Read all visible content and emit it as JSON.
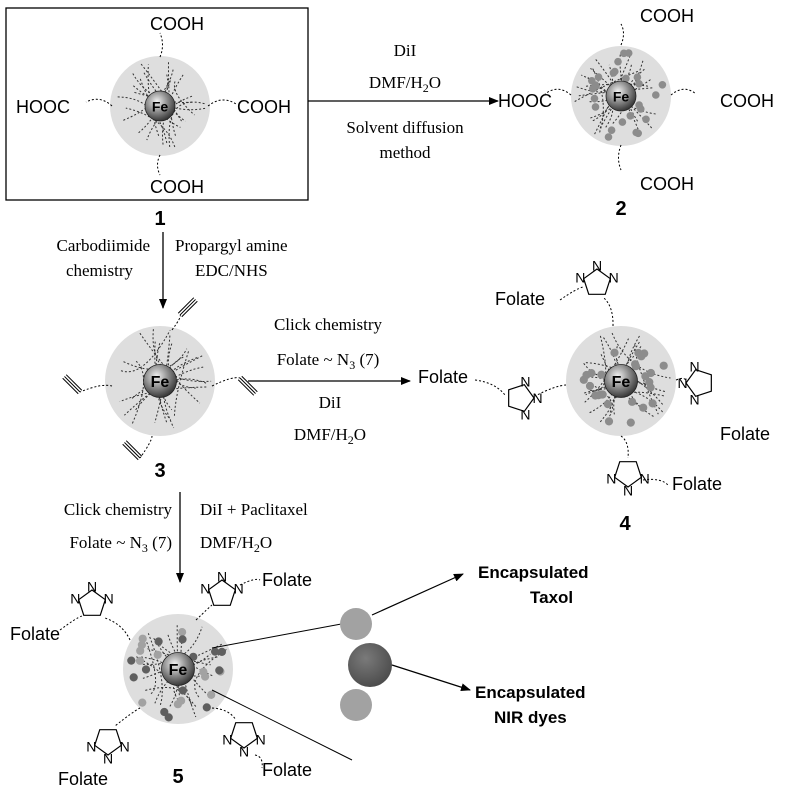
{
  "compounds": {
    "c1": {
      "number": "1",
      "core": "Fe",
      "groups": {
        "top": "COOH",
        "bottom": "COOH",
        "left": "HOOC",
        "right": "COOH"
      }
    },
    "c2": {
      "number": "2",
      "core": "Fe",
      "groups": {
        "top": "COOH",
        "bottom": "COOH",
        "left": "HOOC",
        "right": "COOH"
      }
    },
    "c3": {
      "number": "3",
      "core": "Fe"
    },
    "c4": {
      "number": "4",
      "core": "Fe",
      "folate_labels": [
        "Folate",
        "Folate",
        "Folate",
        "Folate"
      ]
    },
    "c5": {
      "number": "5",
      "core": "Fe",
      "folate_labels": [
        "Folate",
        "Folate",
        "Folate",
        "Folate"
      ]
    }
  },
  "triazole_atoms": {
    "n": "N"
  },
  "steps": {
    "s1_to_2": {
      "line1": "DiI",
      "line2_main": "DMF/H",
      "line2_sub": "2",
      "line2_end": "O",
      "line3": "Solvent diffusion",
      "line4": "method"
    },
    "s1_to_3": {
      "left1": "Carbodiimide",
      "left2": "chemistry",
      "right1": "Propargyl amine",
      "right2": "EDC/NHS"
    },
    "s3_to_4": {
      "line1": "Click chemistry",
      "line2_main": "Folate ~ N",
      "line2_sub": "3",
      "line2_end": " (7)",
      "line3": "DiI",
      "line4_main": "DMF/H",
      "line4_sub": "2",
      "line4_end": "O"
    },
    "s3_to_5": {
      "left1": "Click chemistry",
      "left2_main": "Folate ~ N",
      "left2_sub": "3",
      "left2_end": " (7)",
      "right1": "DiI + Paclitaxel",
      "right2_main": "DMF/H",
      "right2_sub": "2",
      "right2_end": "O"
    }
  },
  "callouts": {
    "taxol_line1": "Encapsulated",
    "taxol_line2": "Taxol",
    "dyes_line1": "Encapsulated",
    "dyes_line2": "NIR dyes"
  },
  "colors": {
    "particle_shell": "#dedede",
    "fe_core": "#6a6a6a",
    "dye_particle": "#8c8c8c",
    "taxol_dot": "#a2a2a2",
    "dye_dot": "#5f5f5f"
  }
}
